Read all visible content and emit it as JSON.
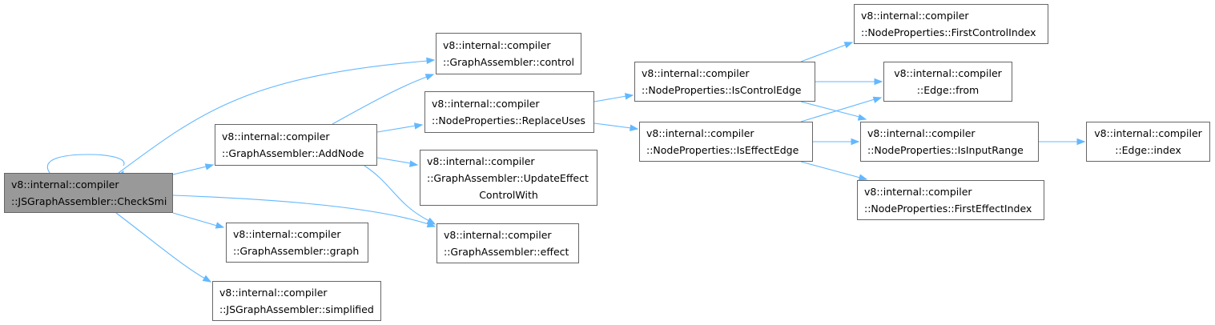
{
  "graph": {
    "title": "",
    "nodes": {
      "checksmi": {
        "lines": [
          "v8::internal::compiler",
          "::JSGraphAssembler::CheckSmi"
        ],
        "root": true
      },
      "addnode": {
        "lines": [
          "v8::internal::compiler",
          "::GraphAssembler::AddNode"
        ]
      },
      "control": {
        "lines": [
          "v8::internal::compiler",
          "::GraphAssembler::control"
        ]
      },
      "graph": {
        "lines": [
          "v8::internal::compiler",
          "::GraphAssembler::graph"
        ]
      },
      "simplified": {
        "lines": [
          "v8::internal::compiler",
          "::JSGraphAssembler::simplified"
        ]
      },
      "replaceuses": {
        "lines": [
          "v8::internal::compiler",
          "::NodeProperties::ReplaceUses"
        ]
      },
      "updateeffect": {
        "lines": [
          "v8::internal::compiler",
          "::GraphAssembler::UpdateEffect",
          "ControlWith"
        ]
      },
      "effect": {
        "lines": [
          "v8::internal::compiler",
          "::GraphAssembler::effect"
        ]
      },
      "iscontroledge": {
        "lines": [
          "v8::internal::compiler",
          "::NodeProperties::IsControlEdge"
        ]
      },
      "iseffectedge": {
        "lines": [
          "v8::internal::compiler",
          "::NodeProperties::IsEffectEdge"
        ]
      },
      "firstcontrol": {
        "lines": [
          "v8::internal::compiler",
          "::NodeProperties::FirstControlIndex"
        ]
      },
      "edgefrom": {
        "lines": [
          "v8::internal::compiler",
          "::Edge::from"
        ]
      },
      "isinputrange": {
        "lines": [
          "v8::internal::compiler",
          "::NodeProperties::IsInputRange"
        ]
      },
      "firsteffect": {
        "lines": [
          "v8::internal::compiler",
          "::NodeProperties::FirstEffectIndex"
        ]
      },
      "edgeindex": {
        "lines": [
          "v8::internal::compiler",
          "::Edge::index"
        ]
      }
    },
    "edges": [
      [
        "checksmi",
        "checksmi"
      ],
      [
        "checksmi",
        "addnode"
      ],
      [
        "checksmi",
        "control"
      ],
      [
        "checksmi",
        "graph"
      ],
      [
        "checksmi",
        "simplified"
      ],
      [
        "checksmi",
        "effect"
      ],
      [
        "addnode",
        "control"
      ],
      [
        "addnode",
        "replaceuses"
      ],
      [
        "addnode",
        "updateeffect"
      ],
      [
        "addnode",
        "effect"
      ],
      [
        "replaceuses",
        "iscontroledge"
      ],
      [
        "replaceuses",
        "iseffectedge"
      ],
      [
        "iscontroledge",
        "firstcontrol"
      ],
      [
        "iscontroledge",
        "edgefrom"
      ],
      [
        "iscontroledge",
        "isinputrange"
      ],
      [
        "iseffectedge",
        "edgefrom"
      ],
      [
        "iseffectedge",
        "isinputrange"
      ],
      [
        "iseffectedge",
        "firsteffect"
      ],
      [
        "isinputrange",
        "edgeindex"
      ]
    ],
    "colors": {
      "edge": "#63b8ff",
      "root_fill": "#999999",
      "node_border": "#666666"
    }
  }
}
